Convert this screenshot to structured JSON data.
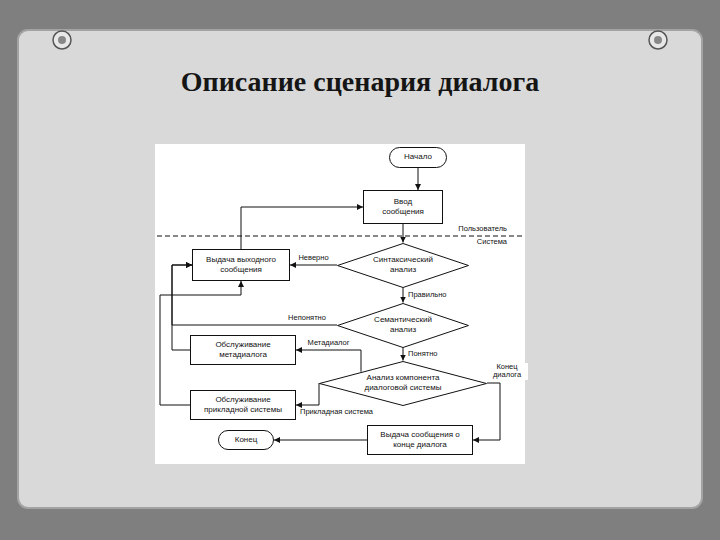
{
  "diagram": {
    "title": "Описание сценария диалога",
    "nodes": [
      {
        "text": [
          "Начало"
        ]
      },
      {
        "text": [
          "Ввод сообщения"
        ]
      },
      {
        "text": [
          "Выдача выходного сообщения"
        ]
      },
      {
        "text": [
          "Синтаксический анализ"
        ]
      },
      {
        "text": [
          "Семантический анализ"
        ]
      },
      {
        "text": [
          "Обслуживание метадиалога"
        ]
      },
      {
        "text": [
          "Анализ компонента диалоговой системы"
        ]
      },
      {
        "text": [
          "Обслуживание прикладной системы"
        ]
      },
      {
        "text": [
          "Выдача сообщения о конце диалога"
        ]
      },
      {
        "text": [
          "Конец"
        ]
      }
    ],
    "edges": [
      {
        "from": 0,
        "to": 1,
        "arrow": "to"
      },
      {
        "from": 1,
        "to": 3,
        "arrow": "to"
      },
      {
        "from": 3,
        "to": 2,
        "label": "Неверно",
        "arrow": "to"
      },
      {
        "from": 3,
        "to": 4,
        "label": "Правильно",
        "arrow": "to"
      },
      {
        "from": 4,
        "to": 2,
        "label": "Непонятно",
        "arrow": "to"
      },
      {
        "from": 4,
        "to": 6,
        "label": "Понятно",
        "arrow": "to"
      },
      {
        "from": 6,
        "to": 5,
        "label": "Метадиалог",
        "arrow": "to"
      },
      {
        "from": 6,
        "to": 7,
        "label": "Прикладная система",
        "arrow": "to"
      },
      {
        "from": 6,
        "to": 8,
        "label": "Конец диалога",
        "arrow": "to"
      },
      {
        "from": 8,
        "to": 9,
        "arrow": "to"
      },
      {
        "from": 2,
        "to": 1,
        "arrow": "to"
      },
      {
        "from": 5,
        "to": 2,
        "arrow": "to"
      },
      {
        "from": 7,
        "to": 2,
        "arrow": "to"
      }
    ],
    "labels": [
      "Пользователь",
      "Система"
    ]
  }
}
